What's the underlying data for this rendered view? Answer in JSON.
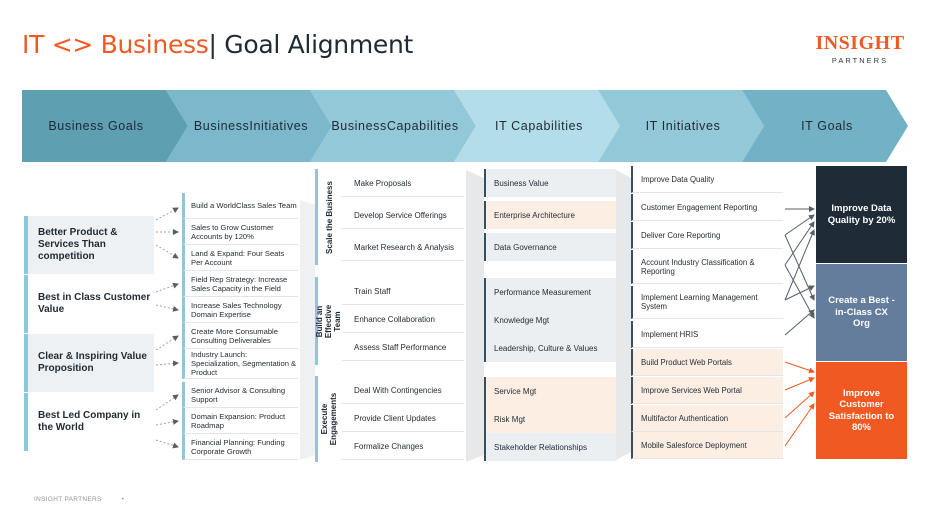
{
  "title": {
    "part1": "IT <> Business",
    "part2": "| Goal Alignment"
  },
  "logo": {
    "line1": "INSIGHT",
    "line2": "PARTNERS"
  },
  "columns": [
    {
      "label": "Business Goals",
      "color": "#5f9fb2"
    },
    {
      "label": "Business\nInitiatives",
      "color": "#7bb8cb"
    },
    {
      "label": "Business\nCapabilities",
      "color": "#93c8d9"
    },
    {
      "label": "IT Capabilities",
      "color": "#b2dde9"
    },
    {
      "label": "IT Initiatives",
      "color": "#93c8d9"
    },
    {
      "label": "IT Goals",
      "color": "#72b1c6"
    }
  ],
  "business_goals": [
    {
      "label": "Better Product & Services Than competition",
      "bg": "#eef1f3"
    },
    {
      "label": "Best in Class Customer Value",
      "bg": "#ffffff"
    },
    {
      "label": "Clear & Inspiring Value Proposition",
      "bg": "#eef1f3"
    },
    {
      "label": "Best Led Company in the World",
      "bg": "#ffffff"
    }
  ],
  "business_initiatives": [
    "Build a WorldClass Sales Team",
    "Sales to Grow Customer Accounts by 120%",
    "Land & Expand: Four Seats Per Account",
    "Field Rep Strategy: Increase Sales Capacity in the Field",
    "Increase Sales Technology Domain Expertise",
    "Create More Consumable Consulting Deliverables",
    "Industry Launch: Specialization, Segmentation & Product",
    "Senior Advisor & Consulting Support",
    "Domain Expansion: Product Roadmap",
    "Financial Planning: Funding Corporate Growth"
  ],
  "business_capabilities": [
    {
      "group": "Scale the Business",
      "items": [
        "Make Proposals",
        "Develop Service Offerings",
        "Market Research & Analysis"
      ]
    },
    {
      "group": "Build an Effective Team",
      "items": [
        "Train Staff",
        "Enhance Collaboration",
        "Assess Staff Performance"
      ]
    },
    {
      "group": "Execute Engagements",
      "items": [
        "Deal With Contingencies",
        "Provide Client Updates",
        "Formalize Changes"
      ]
    }
  ],
  "it_capabilities": [
    {
      "label": "Business Value",
      "tone": "grey"
    },
    {
      "label": "Enterprise Architecture",
      "tone": "peach"
    },
    {
      "label": "Data Governance",
      "tone": "grey"
    },
    {
      "label": "Performance Measurement",
      "tone": "grey"
    },
    {
      "label": "Knowledge Mgt",
      "tone": "grey"
    },
    {
      "label": "Leadership, Culture & Values",
      "tone": "grey"
    },
    {
      "label": "Service Mgt",
      "tone": "peach"
    },
    {
      "label": "Risk Mgt",
      "tone": "peach"
    },
    {
      "label": "Stakeholder Relationships",
      "tone": "grey"
    }
  ],
  "it_initiatives": [
    {
      "label": "Improve Data Quality",
      "tone": "white"
    },
    {
      "label": "Customer Engagement Reporting",
      "tone": "white"
    },
    {
      "label": "Deliver Core Reporting",
      "tone": "white"
    },
    {
      "label": "Account Industry Classification & Reporting",
      "tone": "white"
    },
    {
      "label": "Implement Learning Management System",
      "tone": "white"
    },
    {
      "label": "Implement HRIS",
      "tone": "white"
    },
    {
      "label": "Build Product Web Portals",
      "tone": "peach"
    },
    {
      "label": "Improve Services Web Portal",
      "tone": "peach"
    },
    {
      "label": "Multifactor Authentication",
      "tone": "peach"
    },
    {
      "label": "Mobile Salesforce Deployment",
      "tone": "peach"
    }
  ],
  "it_goals": [
    {
      "label": "Improve Data Quality by 20%",
      "color": "#1f2b36"
    },
    {
      "label": "Create a Best - in-Class CX Org",
      "color": "#657d9c"
    },
    {
      "label": "Improve Customer Satisfaction to 80%",
      "color": "#f05a22"
    }
  ],
  "footer": {
    "text": "INSIGHT PARTNERS",
    "dot": "•"
  },
  "colors": {
    "orange": "#ef5a24",
    "navy": "#1f2a33",
    "teal_bar": "#8dc7da",
    "grey_cell": "#eceff2",
    "peach_cell": "#fdeee4",
    "arrow_grey": "#555f68",
    "arrow_orange": "#f05a22",
    "funnel": "#e6e8ea"
  }
}
